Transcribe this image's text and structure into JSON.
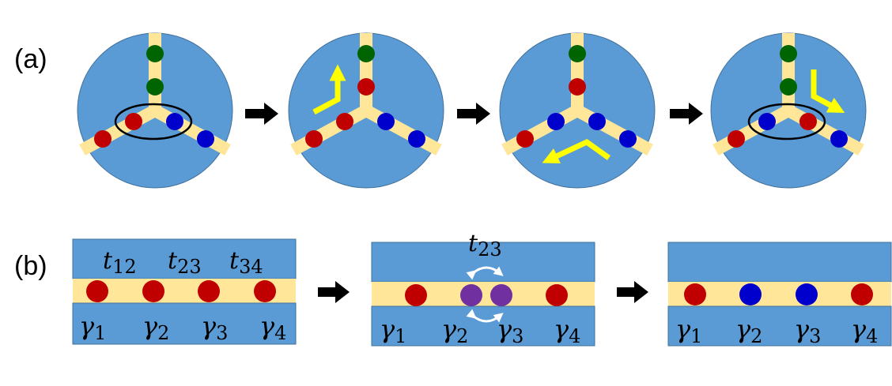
{
  "panel_a": {
    "label": "(a)"
  },
  "panel_b": {
    "label": "(b)",
    "hoppings": [
      {
        "sym": "t",
        "sub": "12"
      },
      {
        "sym": "t",
        "sub": "23"
      },
      {
        "sym": "t",
        "sub": "34"
      }
    ],
    "hopping_active": {
      "sym": "t",
      "sub": "23"
    },
    "majoranas": [
      {
        "sym": "γ",
        "sub": "1"
      },
      {
        "sym": "γ",
        "sub": "2"
      },
      {
        "sym": "γ",
        "sub": "3"
      },
      {
        "sym": "γ",
        "sub": "4"
      }
    ]
  },
  "colors": {
    "superconductor": "#5b9bd5",
    "wire": "#ffe699",
    "red_mode": "#c00000",
    "blue_mode": "#0000cc",
    "green_mode": "#006400",
    "purple_mode": "#7030a0",
    "yellow_arrow": "#ffff00",
    "arrow": "#000000"
  }
}
